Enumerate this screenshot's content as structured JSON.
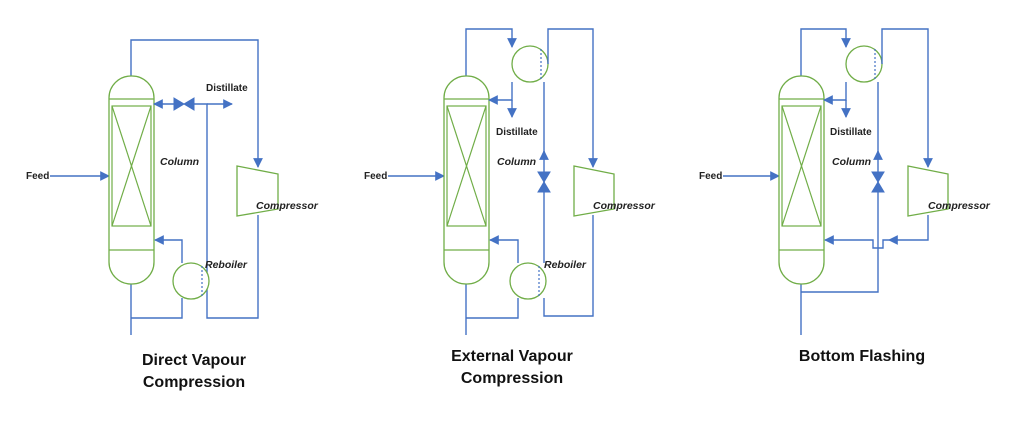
{
  "labels": {
    "feed": "Feed",
    "column": "Column",
    "compressor": "Compressor",
    "reboiler": "Reboiler",
    "distillate": "Distillate"
  },
  "captions": {
    "direct": [
      "Direct Vapour",
      "Compression"
    ],
    "external": [
      "External Vapour",
      "Compression"
    ],
    "bottom": [
      "Bottom Flashing"
    ]
  },
  "colors": {
    "pipe": "#4472c4",
    "equipment": "#70ad47"
  }
}
